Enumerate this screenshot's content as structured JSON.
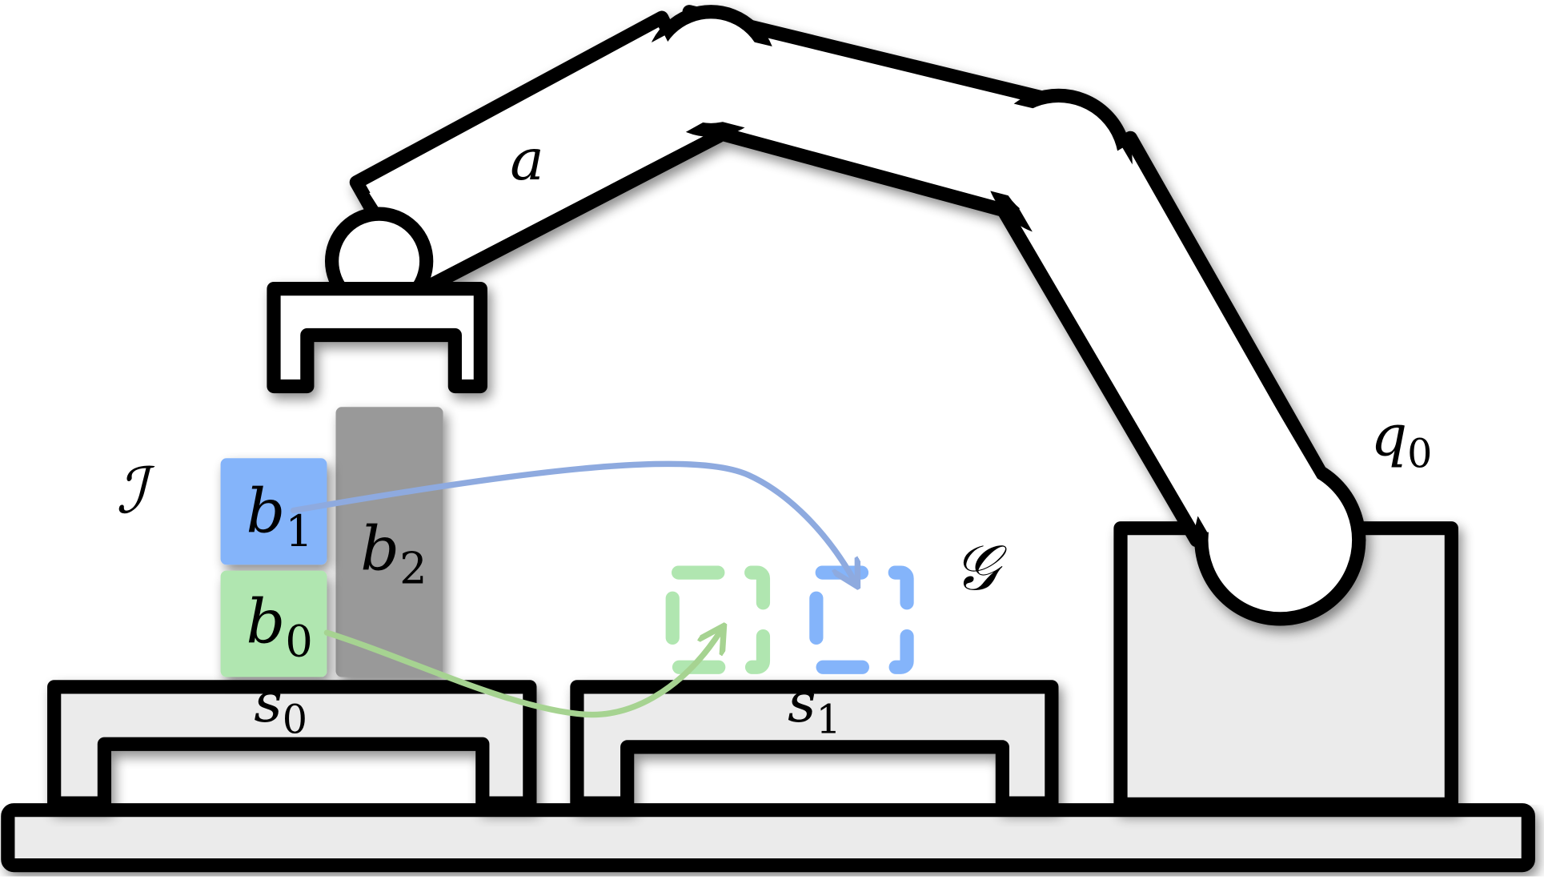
{
  "figure": {
    "title": "Robot arm pick-and-place scene",
    "labels": {
      "arm": "a",
      "initial_state": "ℐ",
      "goal_state": "𝒢",
      "configuration": {
        "base": "q",
        "sub": "0"
      },
      "station0": {
        "base": "s",
        "sub": "0"
      },
      "station1": {
        "base": "s",
        "sub": "1"
      }
    },
    "blocks": [
      {
        "id": "b0",
        "base": "b",
        "sub": "0",
        "color": "#b0e6b0"
      },
      {
        "id": "b1",
        "base": "b",
        "sub": "1",
        "color": "#84b4fa"
      },
      {
        "id": "b2",
        "base": "b",
        "sub": "2",
        "color": "#999999"
      }
    ],
    "goal_slots": [
      {
        "for": "b0",
        "color": "#b0e6b0"
      },
      {
        "for": "b1",
        "color": "#84b4fa"
      }
    ],
    "arrows": [
      {
        "from": "b1",
        "to": "goal-b1",
        "color": "#8eaadf"
      },
      {
        "from": "b0",
        "to": "goal-b0",
        "color": "#a6d391"
      }
    ],
    "colors": {
      "outline": "#000000",
      "fixture_fill": "#ebebeb",
      "arm_fill": "#ffffff"
    }
  }
}
